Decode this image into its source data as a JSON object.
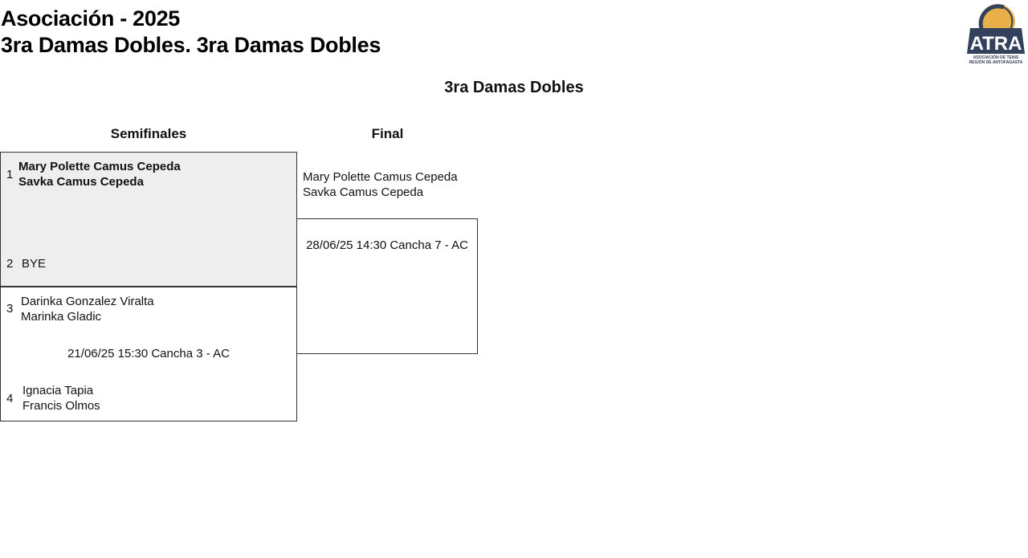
{
  "header": {
    "title_line1": "Asociación - 2025",
    "title_line2": "3ra Damas Dobles. 3ra Damas Dobles",
    "logo_text": "ATRA",
    "logo_subtext": "ASOCIACIÓN DE TENIS REGIÓN DE ANTOFAGASTA"
  },
  "draw_title": "3ra Damas Dobles",
  "rounds": [
    {
      "label": "Semifinales"
    },
    {
      "label": "Final"
    }
  ],
  "semifinals": [
    {
      "seed_a": "1",
      "team_a": [
        "Mary Polette Camus Cepeda",
        "Savka Camus Cepeda"
      ],
      "seed_b": "2",
      "team_b": [
        "BYE"
      ],
      "schedule": ""
    },
    {
      "seed_a": "3",
      "team_a": [
        "Darinka Gonzalez Viralta",
        "Marinka Gladic"
      ],
      "seed_b": "4",
      "team_b": [
        "Ignacia Tapia",
        "Francis Olmos"
      ],
      "schedule": "21/06/25 15:30 Cancha 3 - AC"
    }
  ],
  "final": {
    "team_a": [
      "Mary Polette Camus Cepeda",
      "Savka Camus Cepeda"
    ],
    "schedule": "28/06/25 14:30 Cancha 7 - AC"
  },
  "colors": {
    "bye_match_bg": "#eeeeee",
    "border": "#333333",
    "logo_navy": "#33415c",
    "logo_gold": "#e9b04a"
  }
}
